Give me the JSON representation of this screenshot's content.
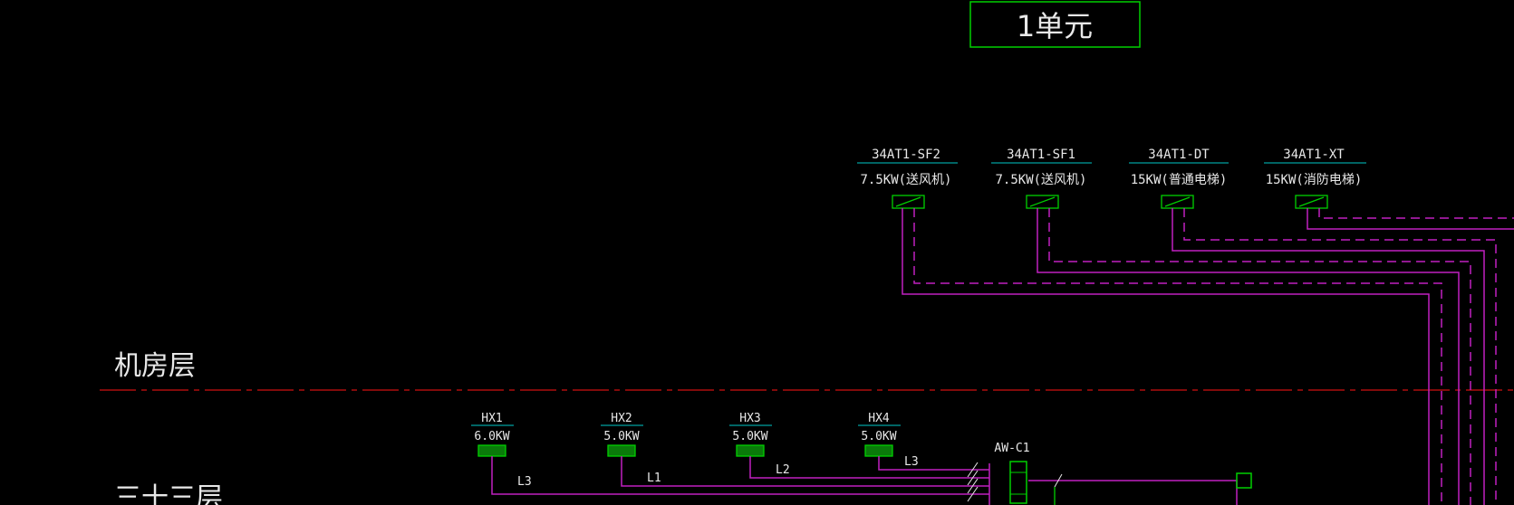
{
  "title": "1单元",
  "floors": {
    "machine_room": "机房层",
    "floor_33": "三十三层"
  },
  "colors": {
    "wire": "#c020c0",
    "equipment": "#00d000",
    "floor_line": "#d01010",
    "text": "#e8e8e8",
    "underline": "#00c8c8"
  },
  "top_loads": [
    {
      "id": "34AT1-SF2",
      "power": "7.5KW(送风机)"
    },
    {
      "id": "34AT1-SF1",
      "power": "7.5KW(送风机)"
    },
    {
      "id": "34AT1-DT",
      "power": "15KW(普通电梯)"
    },
    {
      "id": "34AT1-XT",
      "power": "15KW(消防电梯)"
    }
  ],
  "floor_loads": [
    {
      "id": "HX1",
      "power": "6.0KW",
      "phase": "L3"
    },
    {
      "id": "HX2",
      "power": "5.0KW",
      "phase": "L1"
    },
    {
      "id": "HX3",
      "power": "5.0KW",
      "phase": "L2"
    },
    {
      "id": "HX4",
      "power": "5.0KW",
      "phase": "L3"
    }
  ],
  "panel": {
    "id": "AW-C1"
  }
}
